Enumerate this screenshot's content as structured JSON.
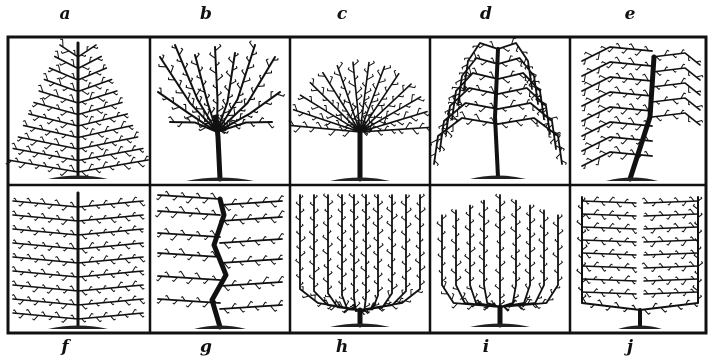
{
  "colors": {
    "ink": "#111111",
    "paper": "#ffffff",
    "ground": "#222222"
  },
  "figures": [
    {
      "letter": "a",
      "form": "pyramid-fan"
    },
    {
      "letter": "b",
      "form": "open-bush"
    },
    {
      "letter": "c",
      "form": "radiating-fan"
    },
    {
      "letter": "d",
      "form": "weeping"
    },
    {
      "letter": "e",
      "form": "one-sided-drooping"
    },
    {
      "letter": "f",
      "form": "horizontal-cordon"
    },
    {
      "letter": "g",
      "form": "twisted-horizontal"
    },
    {
      "letter": "h",
      "form": "u-shaped-palmette"
    },
    {
      "letter": "i",
      "form": "candelabra"
    },
    {
      "letter": "j",
      "form": "horizontal-rect"
    }
  ]
}
